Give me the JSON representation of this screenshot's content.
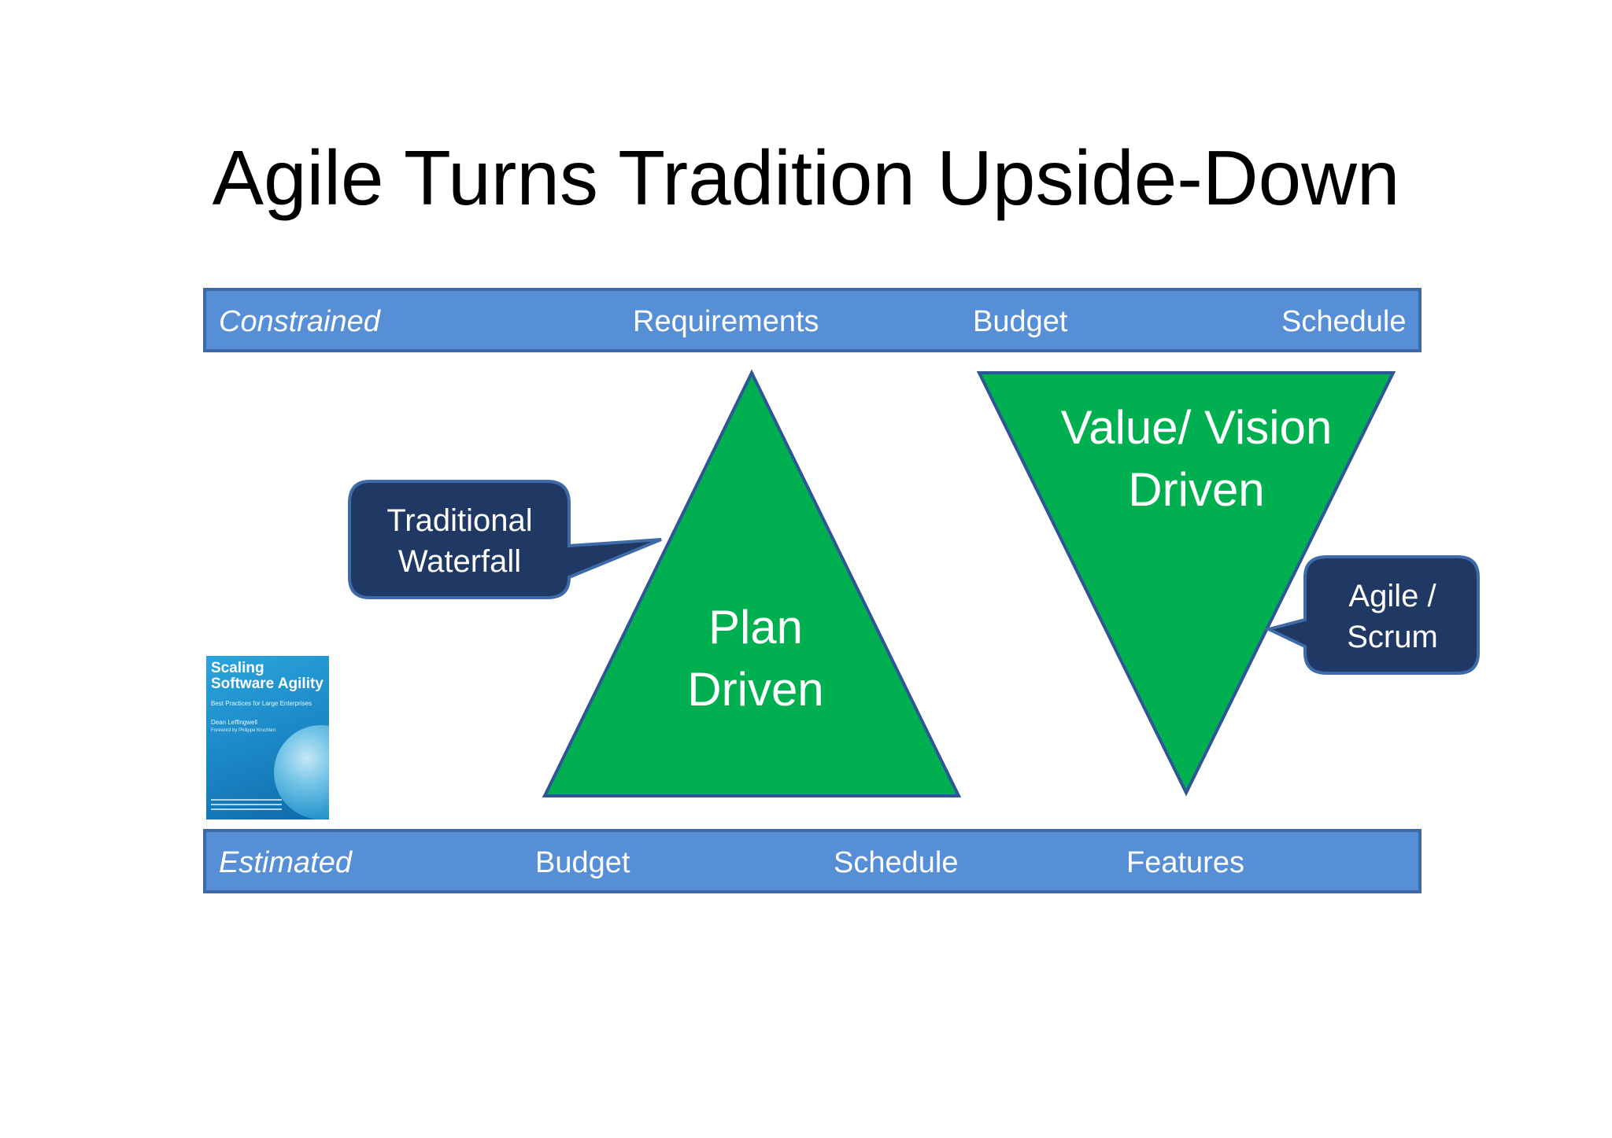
{
  "title": "Agile Turns Tradition Upside-Down",
  "top_bar": {
    "lead": "Constrained",
    "items": [
      "Requirements",
      "Budget",
      "Schedule"
    ]
  },
  "bottom_bar": {
    "lead": "Estimated",
    "items": [
      "Budget",
      "Schedule",
      "Features"
    ]
  },
  "triangles": {
    "plan": {
      "line1": "Plan",
      "line2": "Driven"
    },
    "value": {
      "line1": "Value/ Vision",
      "line2": "Driven"
    }
  },
  "callouts": {
    "traditional": {
      "line1": "Traditional",
      "line2": "Waterfall"
    },
    "agile": {
      "line1": "Agile /",
      "line2": "Scrum"
    }
  },
  "book": {
    "title_line1": "Scaling",
    "title_line2": "Software Agility",
    "subtitle": "Best Practices for Large Enterprises",
    "author": "Dean Leffingwell",
    "foreword": "Foreword by Philippe Kruchten"
  },
  "colors": {
    "bar_fill": "#568fd5",
    "bar_border": "#3e6aa8",
    "triangle_fill": "#00b050",
    "triangle_border": "#2f5597",
    "callout_fill": "#1f3864",
    "callout_border": "#3e6aa8"
  }
}
